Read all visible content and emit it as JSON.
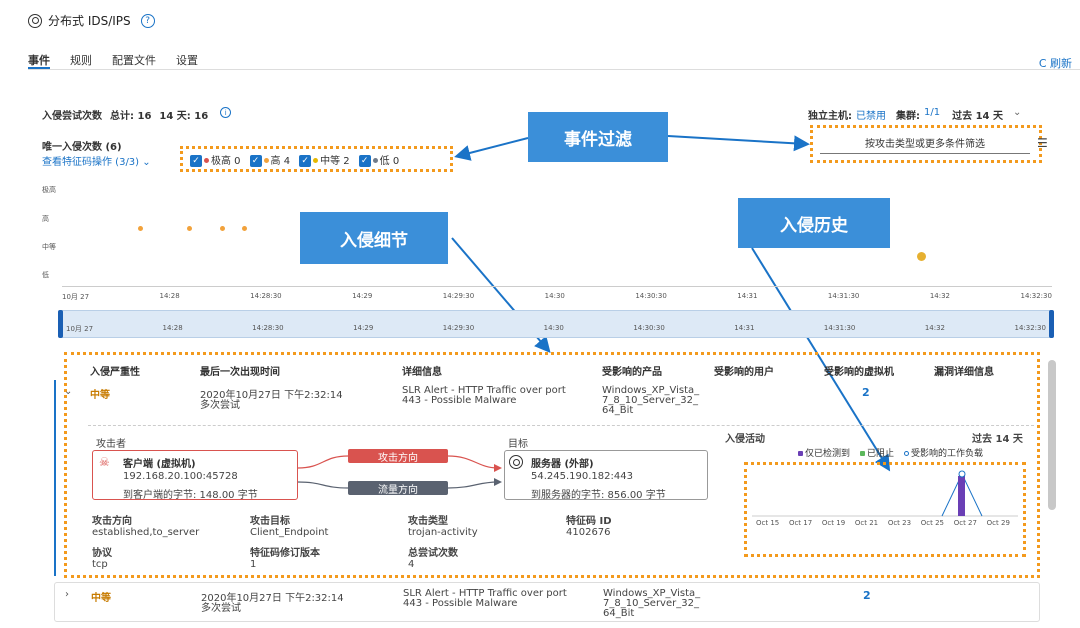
{
  "header": {
    "title": "分布式 IDS/IPS"
  },
  "tabs": [
    {
      "label": "事件"
    },
    {
      "label": "规则"
    },
    {
      "label": "配置文件"
    },
    {
      "label": "设置"
    }
  ],
  "refresh": {
    "label": "C 刷新"
  },
  "summary": {
    "title": "入侵尝试次数",
    "total": "总计: 16",
    "days14": "14 天: 16",
    "standalone_label": "独立主机:",
    "standalone_value": "已禁用",
    "cluster_label": "集群:",
    "cluster_value": "1/1",
    "range_label": "过去 14 天"
  },
  "unique": {
    "title": "唯一入侵次数 (6)",
    "view_signature": "查看特征码操作 (3/3)"
  },
  "filters": [
    {
      "label": "极高 0",
      "color": "#d9534f"
    },
    {
      "label": "高 4",
      "color": "#f2a23b"
    },
    {
      "label": "中等 2",
      "color": "#e6b800"
    },
    {
      "label": "低 0",
      "color": "#6f7b8a"
    }
  ],
  "filter_input": {
    "placeholder": "按攻击类型或更多条件筛选"
  },
  "callouts": {
    "event_filter": "事件过滤",
    "intrusion_detail": "入侵细节",
    "intrusion_history": "入侵历史"
  },
  "chart": {
    "y_labels": [
      "极高",
      "高",
      "中等",
      "低"
    ],
    "x_labels": [
      "10月 27",
      "14:28",
      "14:28:30",
      "14:29",
      "14:29:30",
      "14:30",
      "14:30:30",
      "14:31",
      "14:31:30",
      "14:32",
      "14:32:30"
    ]
  },
  "table": {
    "headers": [
      "入侵严重性",
      "最后一次出现时间",
      "详细信息",
      "受影响的产品",
      "受影响的用户",
      "受影响的虚拟机",
      "漏洞详细信息"
    ],
    "rows": [
      {
        "severity": "中等",
        "time": "2020年10月27日 下午2:32:14",
        "attempts": "多次尝试",
        "detail": "SLR Alert - HTTP Traffic over port 443 - Possible Malware",
        "product": "Windows_XP_Vista_7_8_10_Server_32_64_Bit",
        "vms": "2"
      },
      {
        "severity": "中等",
        "time": "2020年10月27日 下午2:32:14",
        "attempts": "多次尝试",
        "detail": "SLR Alert - HTTP Traffic over port 443 - Possible Malware",
        "product": "Windows_XP_Vista_7_8_10_Server_32_64_Bit",
        "vms": "2"
      }
    ]
  },
  "detail": {
    "attacker_label": "攻击者",
    "attacker_name": "客户端 (虚拟机)",
    "attacker_addr": "192.168.20.100:45728",
    "attacker_bytes": "到客户端的字节: 148.00 字节",
    "target_label": "目标",
    "target_name": "服务器 (外部)",
    "target_addr": "54.245.190.182:443",
    "target_bytes": "到服务器的字节: 856.00 字节",
    "attack_dir_btn": "攻击方向",
    "flow_dir_btn": "流量方向",
    "fields": [
      {
        "label": "攻击方向",
        "value": "established,to_server"
      },
      {
        "label": "攻击目标",
        "value": "Client_Endpoint"
      },
      {
        "label": "攻击类型",
        "value": "trojan-activity"
      },
      {
        "label": "特征码 ID",
        "value": "4102676"
      },
      {
        "label": "协议",
        "value": "tcp"
      },
      {
        "label": "特征码修订版本",
        "value": "1"
      },
      {
        "label": "总尝试次数",
        "value": "4"
      }
    ],
    "activity_title": "入侵活动",
    "activity_range": "过去 14 天",
    "legend": [
      "仅已检测到",
      "已阻止",
      "受影响的工作负载"
    ],
    "activity_x": [
      "Oct 15",
      "Oct 17",
      "Oct 19",
      "Oct 21",
      "Oct 23",
      "Oct 25",
      "Oct 27",
      "Oct 29"
    ]
  },
  "colors": {
    "accent": "#1a73c7",
    "callout": "#3b8fd9",
    "highlight": "#f39a1d",
    "purple": "#6a3fb5",
    "green": "#5cb85c"
  }
}
